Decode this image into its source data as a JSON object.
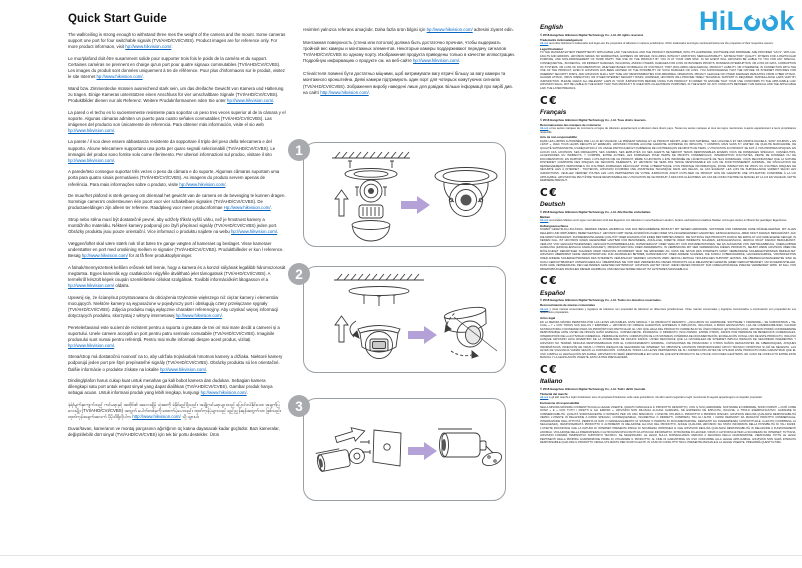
{
  "page": {
    "accent_blue": "#2BA3DC",
    "link_blue": "#0563C1",
    "arrow_purple": "#B4A1D7",
    "badge_gray": "#A8AAAD"
  },
  "logo": {
    "name": "HiLook",
    "part1": "HiL",
    "part2": "k"
  },
  "left_column": {
    "title": "Quick Start Guide",
    "paragraphs": [
      {
        "lang": "en",
        "pre": "The wall/ceiling is strong enough to withstand three mes the weight of the camera and the mount. Some cameras support one port for four switchable signals (TVI/AHD/CVI/CVBS). Product images are for reference only. For more product informaon, visit ",
        "link": "hp://www.hikvision.com/",
        "post": "."
      },
      {
        "lang": "fr",
        "pre": "Le mur/plafond doit être susamment solide pour supporter trois fois le poids de la caméra et du support. Certaines caméras ne prennent en charge qu'un port pour quatre signaux commutables (TVI/AHD/CVI/CVBS). Les images du produit sont données uniquement à tre de référence. Pour plus d'informaons sur le produit, visitez le site Internet ",
        "link": "hp://www.hikvision.com/",
        "post": "."
      },
      {
        "lang": "de",
        "pre": "Wand bzw. Zimmerdecke müssen ausreichend stark sein, um das dreifache Gewicht von Kamera und Halterung zu tragen. Einige Kameras unterstützen einen Anschluss für vier umschaltbare Signale (TVI/AHD/CVI/CVBS). Produktbilder dienen nur als Referenz. Weitere Produknformaonen nden Sie unter ",
        "link": "hp://www.hikvision.com/",
        "post": "."
      },
      {
        "lang": "es",
        "pre": "La pared o el techo es lo sucientemente resistente para soportar un peso tres veces superior al de la cámara y el soporte. Algunas cámaras admiten un puerto para cuatro señales conmutables (TVI/AHD/CVI/CVBS). Las imágenes del producto son únicamente de referencia. Para obtener más información, visite el sio web ",
        "link": "hp://www.hikvision.com/",
        "post": "."
      },
      {
        "lang": "it",
        "pre": "La parete / il soo deve essere abbastanza resistente da sopportare il triplo del peso della telecamera e del supporto. Alcune telecamere supportano una porta per quaro segnali selezionabili (TVI/AHD/CVI/CVBS). Le immagini del prodoo sono fornite solo come riferimento. Per ulteriori informazioni sul prodoo, visitare il sito ",
        "link": "hp://www.hikvision.com/",
        "post": "."
      },
      {
        "lang": "pt",
        "pre": "A parede/teto consegue suportar três vezes o peso da câmara e do suporte. Algumas câmaras suportam uma porta para quatro sinais permutáveis (TVI/AHD/CVI/CVBS). As imagens do produto servem apenas de referência. Para mais informações sobre o produto, visite ",
        "link": "hp://www.hikvision.com/",
        "post": "."
      },
      {
        "lang": "nl",
        "pre": "De muur/het plafond is sterk genoeg om driemaal het gewicht van de camera en de bevesging te kunnen dragen. Sommige camera's ondersteunen één poort voor vier schakelbare signalen (TVI/AHD/CVI/CVBS). De productaeeldingen zijn alleen ter referene. Raadpleeg voor meer producnformae ",
        "link": "Hp://www.hikvision.com/",
        "post": "."
      },
      {
        "lang": "cs",
        "pre": "Strop nebo stěna musí být dostatečně pevné, aby udržely třikrát vyšší váhu, než je hmotnost kamery a montážního materiálu. Některé kamery podporují pro čtyři přepínací signály (TVI/AHD/CVI/CVBS) jeden port. Obrázky produktu jsou pouze orientační. Více informací o produktu najdete na webu ",
        "link": "hp://www.hikvision.com/",
        "post": "."
      },
      {
        "lang": "da",
        "pre": "Væggen/loftet skal være stærk nok til at bære tre gange vægten af kameraet og beslaget. Visse kameraer understøtter en port med omskining mellem re signaler (TVI/AHD/CVI/CVBS). Produktbilleder er kun l reference. Besøg ",
        "link": "hp://www.hikvision.com/",
        "post": " for at få flere produktoplysninger."
      },
      {
        "lang": "hu",
        "pre": "A falnak/mennyezetnek kellően erősnek kell lennie, hogy a kamera és a konzol súlyának legalább háromszorosát megtartsa. Egyes kamerák egy csatlakozón négyféle átváltható jelet támogatnak (TVI/AHD/CVI/CVBS). A termékről készült képek csupán szemléltetési célokat szolgálnak. További információkért látogasson el a ",
        "link": "hp://www.hikvision.com/",
        "post": " oldalra."
      },
      {
        "lang": "pl",
        "pre": "Upewnij się, że ścianę/sut przystosowano do obciążenia trzykrotnie większego niż ciężar kamery i elementów mocujących. Niektóre kamery są wyposażone w pojedynczy port i obsługują cztery przełączane sygnały (TVI/AHD/CVI/CVBS). Zdjęcia produktu mają wyłącznie charakter referencyjny. Aby uzyskać więcej informacji dotyczących produktu, skorzystaj z witryny internetowej ",
        "link": "hp://www.hikvision.com/",
        "post": "."
      },
      {
        "lang": "ro",
        "pre": "Peretele/tavanul este sucient de rezistent pentru a suporta o greutate de trei ori mai mare decât a camerei și a suportului. Unele camere acceptă un port pentru patru semnale comutabile (TVI/AHD/CVI/CVBS). Imaginile produsului sunt numai pentru referință. Pentru mai multe informații despre acest produs, vizitați ",
        "link": "hp://www.hikvision.com/",
        "post": "."
      },
      {
        "lang": "sk",
        "pre": "Stena/strop má dostatočnú nosnosť na to, aby udržala trojnásobok hmotnos kamery a držiaka. Niektoré kamery podporujú jeden port pre štyri prepínateľné signály (TVI/AHD/CVI/CVBS). Obrázky produktu sú len orientačné. Ďalšie informácie o produkte získate na lokalite ",
        "link": "hp://www.hikvision.com/",
        "post": "."
      },
      {
        "lang": "id",
        "pre": "Dinding/plafon harus cukup kuat untuk menahan ga kali bobot kamera dan dudukan. Sebagian kamera dilengkapi satu port untuk empat sinyal yang dapat dialihkan (TVI/AHD/CVI/CVBS). Gambar produk hanya sebagai acuan. Untuk informasi produk yang lebih lengkap, kunjungi ",
        "link": "hp://www.hikvision.com/",
        "post": "."
      },
      {
        "lang": "my",
        "pre": "နံရံ/မျက်နှာကျက်သည် ကင်မရာနှင့် အထိုင်၏ အလေးချိန် သုံးဆကို ခံနိုင်ရည်ရှိသည်။ အချို့ကင်မရာများသည် ပြောင်းလဲနိုင်သော အချက်ပြလေးမျိုး (TVI/AHD/CVI/CVBS) အတွက် ပေါက်တစ်ခုကို ထောက်ပံ့ပေးသည်။ ထုတ်ကုန်ပုံများသည် ရည်ညွှန်းရန်အတွက်သာ ဖြစ်သည်။ ထုတ်ကုန်အချက်အလက် ပိုမိုသိရှိလိုပါက ",
        "link": "http://www.hikvision.com/",
        "post": " သို့ သွားပါ။"
      },
      {
        "lang": "tr",
        "pre": "Duvar/tavan, kameranın ve montaj parçasının ağırlığının üç katına dayanacak kadar güçlüdür. Bazı kameralar, değiştirilebilir dört sinyal (TVI/AHD/CVI/CVBS) için tek bir portu destekler. Ürün",
        "link": "",
        "post": ""
      }
    ]
  },
  "middle_column": {
    "paragraphs": [
      {
        "lang": "tr",
        "pre": "resimleri yalnızca referans amaçlıdır. Daha fazla ürün bilgisi için ",
        "link": "hp://www.hikvision.com/",
        "post": " adresini ziyaret edin."
      },
      {
        "lang": "ru",
        "pre": "Монтажная поверхность (стена или потолок) должна быть достаточно прочная, чтобы выдержать тройной вес камеры и монтажных элементов. Некоторые камеры поддерживают передачу сигналов TVI/AHD/CVI/CVBS по одному порту. Изображения продукта приведены только в качестве иллюстрации. Подробную информацию о продукте см. на веб-сайте ",
        "link": "hp://www.hikvision.com/",
        "post": "."
      },
      {
        "lang": "uk",
        "pre": "Стіна/стеля повинні бути достатньо міцними, щоб витримувати вагу втричі більшу за вагу камери та монтажного кронштейна. Деякі камери підтримують один порт для чотирьох комутуючих сигналів (TVI/AHD/CVI/CVBS). Зображення виробу наведені лише для довідки. Більше інформації про виріб див. на сайті ",
        "link": "http://www.hikvision.com/",
        "post": "."
      }
    ]
  },
  "diagrams": {
    "panels": [
      {
        "number": "1",
        "name": "dome-camera-installation"
      },
      {
        "number": "2",
        "name": "turret-camera-installation"
      },
      {
        "number": "3",
        "name": "bullet-camera-installation"
      }
    ]
  },
  "legal": {
    "sections": [
      {
        "ce": "",
        "language": "English",
        "copyright": "© 2018 Hangzhou Hikvision Digital Technology Co., Ltd. All rights reserved.",
        "trademark_heading": "Trademarks Acknowledgement",
        "brand": "HiLook",
        "trademark_text": " and other Hikvision's trademarks and logos are the properties of Hikvision in various jurisdictions. Other trademarks and logos mentioned below are the properties of their respective owners.",
        "disclaimer_heading": "Legal Disclaimer",
        "disclaimer": "TO THE MAXIMUM EXTENT PERMITTED BY APPLICABLE LAW, THE MANUAL AND THE PRODUCT DESCRIBED, WITH ITS HARDWARE, SOFTWARE AND FIRMWARE, ARE PROVIDED \"AS IS\", WITH ALL FAULTS AND ERRORS. HIKVISION MAKES NO WARRANTIES, EXPRESS OR IMPLIED, INCLUDING WITHOUT LIMITATION, MERCHANTABILITY, SATISFACTORY QUALITY, FITNESS FOR A PARTICULAR PURPOSE, AND NON-INFRINGEMENT OF THIRD PARTY. THE USE OF THE PRODUCT BY YOU IS AT YOUR OWN RISK. IN NO EVENT WILL HIKVISION BE LIABLE TO YOU FOR ANY SPECIAL, CONSEQUENTIAL, INCIDENTAL, OR INDIRECT DAMAGES, INCLUDING, AMONG OTHERS, DAMAGES FOR LOSS OF BUSINESS PROFITS, BUSINESS INTERRUPTION, OR LOSS OF DATA, CORRUPTION OF SYSTEMS, OR LOSS OF DOCUMENTATION, WHETHER BASED ON BREACH OF CONTRACT, TORT (INCLUDING NEGLIGENCE), PRODUCT LIABILITY, OR OTHERWISE, IN CONNECTION WITH THE USE OF THE PRODUCT, EVEN IF HIKVISION HAS BEEN ADVISED OF THE POSSIBILITY OF SUCH DAMAGES OR LOSS. YOU ACKNOWLEDGE THAT THE NATURE OF INTERNET PROVIDES FOR INHERENT SECURITY RISKS, AND HIKVISION SHALL NOT TAKE ANY RESPONSIBILITIES FOR ABNORMAL OPERATION, PRIVACY LEAKAGE OR OTHER DAMAGES RESULTING FROM CYBER ATTACK, HACKER ATTACK, VIRUS INSPECTION, OR OTHER INTERNET SECURITY RISKS; HOWEVER, HIKVISION WILL PROVIDE TIMELY TECHNICAL SUPPORT IF REQUIRED. SURVEILLANCE LAWS VARY BY JURISDICTION. PLEASE CHECK ALL RELEVANT LAWS IN YOUR JURISDICTION BEFORE USING THIS PRODUCT IN ORDER TO ENSURE THAT YOUR USE CONFORMS TO THE APPLICABLE LAW. HIKVISION SHALL NOT BE LIABLE IN THE EVENT THAT THIS PRODUCT IS USED WITH ILLEGITIMATE PURPOSES. IN THE EVENT OF ANY CONFLICTS BETWEEN THIS MANUAL AND THE APPLICABLE LAW, THE LATER PREVAILS."
      },
      {
        "ce": "C€",
        "language": "Français",
        "copyright": "© 2018 Hangzhou Hikvision Digital Technology Co., Ltd. Tous droits réservés.",
        "trademark_heading": "Reconnaissance des marques de commerce",
        "brand": "HiLook",
        "trademark_text": " et les autres marques de commerce et logos de Hikvision appartiennent à Hikvision dans divers pays. Toutes les autres marques et tous les logos mentionnés ci-après appartiennent à leurs propriétaires respectifs.",
        "disclaimer_heading": "Avis de non-responsabilité",
        "disclaimer": "DANS LES LIMITES AUTORISÉES PAR LA LOI EN VIGUEUR, LE PRÉSENT MANUEL ET LE PRODUIT DÉCRIT, AVEC SON MATÉRIEL, SES LOGICIELS ET SES MICROLOGICIELS, SONT FOURNIS « EN L'ÉTAT », AVEC TOUS LEURS DÉFAUTS ET ERREURS. HIKVISION N'OFFRE AUCUNE GARANTIE, EXPRESSE OU IMPLICITE, Y COMPRIS, MAIS SANS S'Y LIMITER, DE QUALITÉ MARCHANDE, DE QUALITÉ SATISFAISANTE, D'ADÉQUATION À UN USAGE PARTICULIER ET D'ABSENCE DE CONTREFAÇON DE DROITS DE TIERS. L'UTILISATION DU PRODUIT SE FAIT À VOS PROPRES RISQUES. EN AUCUN CAS, HIKVISION, SES DIRIGEANTS, SES CADRES, SES EMPLOYÉS OU SES AGENTS NE SERONT TENUS RESPONSABLES ENVERS VOUS DE DOMMAGES SPÉCIAUX, CONSÉCUTIFS, ACCESSOIRES OU INDIRECTS, Y COMPRIS, ENTRE AUTRES, LES DOMMAGES POUR PERTE DE PROFITS COMMERCIAUX, INTERRUPTION D'ACTIVITÉS, PERTE DE DONNÉES OU DE DOCUMENTATION, EN RAPPORT AVEC L'UTILISATION DE CE PRODUIT, MÊME SI HIKVISION A ÉTÉ INFORMÉE DE L'ÉVENTUALITÉ DE TELS DOMMAGES. VOUS RECONNAISSEZ QUE LA NATURE D'INTERNET COMPORTE DES RISQUES DE SÉCURITÉ INHÉRENTS, ET HIKVISION NE SERA PAS TENUE RESPONSABLE EN CAS DE FONCTIONNEMENT ANORMAL, DE DIVULGATION DE RENSEIGNEMENTS PERSONNELS OU D'AUTRES DOMMAGES DÉCOULANT D'UNE CYBERATTAQUE, D'UN PIRATAGE INFORMATIQUE, D'UNE INSPECTION DE VIRUS OU D'AUTRES RISQUES DE SÉCURITÉ LIÉS À INTERNET ; TOUTEFOIS, HIKVISION FOURNIRA UNE ASSISTANCE TECHNIQUE DANS LES DÉLAIS, LE CAS ÉCHÉANT. LES LOIS DE SURVEILLANCE VARIENT SELON LES JURIDICTIONS. VEUILLEZ VÉRIFIER TOUTES LES LOIS PERTINENTES DE VOTRE JURIDICTION AVANT D'UTILISER CE PRODUIT AFIN DE GARANTIR UNE UTILISATION CONFORME À LA LOI APPLICABLE. HIKVISION NE PEUT ÊTRE TENUE RESPONSABLE DE L'UTILISATION DE CE PRODUIT À DES FINS ILLÉGITIMES. EN CAS DE CONFLIT ENTRE CE MANUEL ET LA LOI EN VIGUEUR, CETTE DERNIÈRE PRÉVAUT."
      },
      {
        "ce": "C€",
        "language": "Deutsch",
        "copyright": "© 2018 Hangzhou Hikvision Digital Technology Co., Ltd. Alle Rechte vorbehalten.",
        "trademark_heading": "Marken",
        "brand": "HiLook",
        "trademark_text": " und andere Marken und Logos von Hikvision sind das Eigentum von Hikvision in verschiedenen Ländern. Andere nachstehend erwähnte Marken und Logos stehen im Besitz der jeweiligen Eigentümer.",
        "disclaimer_heading": "Haftungsausschluss",
        "disclaimer": "SOWEIT GESETZLICH ZULÄSSIG, WERDEN DIESES HANDBUCH UND DAS BESCHRIEBENE PRODUKT MIT SEINER HARDWARE, SOFTWARE UND FIRMWARE OHNE MÄNGELGEWÄHR, MIT ALLEN FEHLERN UND IRRTÜMERN, BEREITGESTELLT. HIKVISION GIBT KEINE AUSDRÜCKLICHEN ODER STILLSCHWEIGENDEN GARANTIEN, EINSCHLIESSLICH, ABER NICHT DARAUF BESCHRÄNKT, AUF DIE MARKTGÄNGIGKEIT, ZUFRIEDENSTELLENDE QUALITÄT ODER EIGNUNG FÜR EINEN BESTIMMTEN ZWECK. DIE NUTZUNG DES PRODUKTS DURCH SIE ERFOLGT AUF IHRE EIGENE GEFAHR. IN KEINEM FALL IST HIKVISION IHNEN GEGENÜBER HAFTBAR FÜR BESONDERE, ZUFÄLLIGE, DIREKTE ODER INDIREKTE SCHÄDEN, EINSCHLIESSLICH, JEDOCH NICHT DARAUF BESCHRÄNKT, VERLUST VON GESCHÄFTSGEWINNEN, GESCHÄFTSUNTERBRECHUNG, DATENVERLUST ODER VERLUST VON DOKUMENTATIONEN, SEI ES AUFGRUND VON VERTRAGSBRUCH, UNERLAUBTER HANDLUNG (EINSCHLIESSLICH FAHRLÄSSIGKEIT), PRODUKTHAFTUNG ODER ANDERWEITIG, IN VERBINDUNG MIT DER VERWENDUNG DIESES PRODUKTS, SELBST WENN HIKVISION ÜBER DIE MÖGLICHKEIT DERARTIGER SCHÄDEN ODER VERLUSTE INFORMIERT WAR. SIE ERKENNEN AN, DASS DIE NATUR DES INTERNETS DAMIT VERBUNDENE SICHERHEITSRISIKEN BEINHALTET. HIKVISION ÜBERNIMMT KEINE VERANTWORTUNG FÜR ANORMALEN BETRIEB, DATENVERLUST ODER ANDERE SCHÄDEN, DIE DURCH CYBERANGRIFFE, HACKERANGRIFFE, VIRUSINFEKTION ODER ANDERE SICHERHEITSRISIKEN DES INTERNETS VERURSACHT WERDEN; HIKVISION WIRD JEDOCH ZEITNAH TECHNISCHEN SUPPORT LEISTEN. DIE ÜBERWACHUNGSGESETZE SIND JE NACH GERICHTSBARKEIT UNTERSCHIEDLICH. ÜBERPRÜFEN SIE VOR DER VERWENDUNG DIESES PRODUKTS ALLE RELEVANTEN GESETZE IHRER GERICHTSBARKEIT, UM SICHERZUSTELLEN, DASS IHRE VERWENDUNG DEN GELTENDEN GESETZEN ENTSPRICHT. HIKVISION HAFTET NICHT, WENN DIESES PRODUKT FÜR UNRECHTMÄSSIGE ZWECKE VERWENDET WIRD. IM FALL VON WIDERSPRÜCHEN ZWISCHEN DIESEM HANDBUCH UND DEM GELTENDEN RECHT IST LETZTERES MASSGEBLICH."
      },
      {
        "ce": "C€",
        "language": "Español",
        "copyright": "© 2018 Hangzhou Hikvision Digital Technology Co., Ltd. Todos los derechos reservados.",
        "trademark_heading": "Reconocimiento de marcas comerciales",
        "brand": "HiLook",
        "trademark_text": " y otras marcas comerciales y logotipos de Hikvision son propiedad de Hikvision en diferentes jurisdicciones. Otras marcas comerciales y logotipos mencionados a continuación son propiedad de sus respectivos propietarios.",
        "disclaimer_heading": "Aviso legal",
        "disclaimer": "EN LA MEDIDA MÁXIMA PERMITIDA POR LAS LEYES APLICABLES, ESTE MANUAL Y EL PRODUCTO DESCRITO —INCLUIDOS SU HARDWARE, SOFTWARE Y FIRMWARE— SE SUMINISTRAN « TAL CUAL » Y « CON TODOS SUS FALLOS Y ERRORES ». HIKVISION NO OFRECE GARANTÍAS, EXPRESAS O IMPLÍCITAS, INCLUIDAS, A MODO ENUNCIATIVO, LAS DE COMERCIABILIDAD, CALIDAD SATISFACTORIA O IDONEIDAD PARA UN PROPÓSITO EN PARTICULAR. EL USO QUE HAGA DEL PRODUCTO CORRE BAJO SU ÚNICO RIESGO. EN NINGÚN CASO, HIKVISION PODRÁ CONSIDERARSE RESPONSABLE ANTE USTED DE NINGÚN DAÑO ESPECIAL, CONSECUENTE, INCIDENTAL O INDIRECTO, INCLUYENDO, ENTRE OTROS, DAÑOS POR PÉRDIDAS DE BENEFICIOS COMERCIALES, INTERRUPCIÓN DE LA ACTIVIDAD COMERCIAL, PÉRDIDA DE DATOS, CORRUPCIÓN DE LOS SISTEMAS O PÉRDIDA DE DOCUMENTACIÓN, EN RELACIÓN CON EL USO DE ESTE PRODUCTO, INCLUSO AUNQUE HIKVISION HAYA ADVERTIDO DE LA POSIBILIDAD DE DICHOS DAÑOS. USTED RECONOCE QUE LA NATURALEZA DE INTERNET IMPLICA RIESGOS DE SEGURIDAD INHERENTES Y HIKVISION NO TENDRÁ NINGUNA RESPONSABILIDAD POR EL FUNCIONAMIENTO ANORMAL, FILTRACIONES DE PRIVACIDAD U OTROS DAÑOS RESULTANTES DE CIBERATAQUES, ATAQUES INFORMÁTICOS, INFECCIÓN DE VIRUS U OTROS RIESGOS DE SEGURIDAD DE INTERNET; NO OBSTANTE, HIKVISION PROPORCIONARÁ APOYO TÉCNICO OPORTUNO SI ASÍ SE NECESITA. LAS LEYES DE VIGILANCIA VARÍAN SEGÚN LA JURISDICCIÓN. CONSULTE TODAS LAS LEYES PERTINENTES DE SU JURISDICCIÓN ANTES DE UTILIZAR ESTE PRODUCTO PARA GARANTIZAR QUE EL USO CUMPLA LA LEGISLACIÓN APLICABLE. HIKVISION NO SERÁ RESPONSABLE EN CASO DE QUE ESTE PRODUCTO SE UTILICE CON FINES ILEGÍTIMOS. EN CASO DE CONFLICTO ENTRE ESTE MANUAL Y LA LEGISLACIÓN VIGENTE, ESTA ÚLTIMA PREVALECERÁ."
      },
      {
        "ce": "C€",
        "language": "Italiano",
        "copyright": "© 2018 Hangzhou Hikvision Digital Technology Co., Ltd. Tutti i diritti riservati.",
        "trademark_heading": "Titolarità dei marchi",
        "brand": "HiLook",
        "trademark_text": " e gli altri marchi e loghi di Hikvision sono di proprietà di Hikvision nelle varie giurisdizioni. Gli altri marchi registrati e loghi menzionati di seguito appartengono ai rispettivi proprietari.",
        "disclaimer_heading": "Esclusione di responsabilità",
        "disclaimer": "NELLA MISURA MASSIMA CONSENTITA DALLA LEGGE VIGENTE, QUESTO MANUALE E IL PRODOTTO DESCRITTO, CON IL SUO HARDWARE, SOFTWARE E FIRMWARE, SONO FORNITI « COSÌ COME SONO » E « CON TUTTI I DIFETTI E GLI ERRORI ». HIKVISION NON RILASCIA ALCUNA GARANZIA, NÉ ESPRESSA NÉ IMPLICITA, INCLUSE, A TITOLO ESEMPLIFICATIVO, GARANZIE DI COMMERCIABILITÀ, QUALITÀ SODDISFACENTE O IDONEITÀ PER UN USO SPECIFICO. L'UTENTE UTILIZZA IL PRODOTTO A PROPRIO RISCHIO. HIKVISION DECLINA QUALSIASI RESPONSABILITÀ VERSO L'UTENTE IN RELAZIONE A DANNI SPECIALI, CONSEQUENZIALI, INCIDENTALI O INDIRETTI, COMPRESI, TRA GLI ALTRI, I DANNI DERIVANTI DA MANCATO PROFITTO COMMERCIALE, INTERRUZIONE DELL'ATTIVITÀ, PERDITA DI DATI O DANNEGGIAMENTO DI SISTEMI O PERDITA DI DOCUMENTAZIONE, DERIVANTI DA INADEMPIENZA CONTRATTUALE, ILLECITO (COMPRESA LA NEGLIGENZA), RESPONSABILITÀ PRODOTTO O ALTRIMENTI IN RELAZIONE ALL'USO DEL PRODOTTO, ANCHE QUALORA HIKVISION SIA STATA INFORMATA DELLA POSSIBILITÀ DI TALI DANNI. L'UTENTE RICONOSCE CHE LA NATURA DI INTERNET PRESENTA RISCHI DI SICUREZZA INTRINSECI E CHE HIKVISION DECLINA QUALSIASI RESPONSABILITÀ IN RELAZIONE A FUNZIONAMENTI ANOMALI, VIOLAZIONE DELLA RISERVATEZZA O ALTRI DANNI RISULTANTI DA ATTACCHI INFORMATICI, INTRUSIONE DI HACKER, VIRUS O ALTRI RISCHI PER LA SICUREZZA SU INTERNET; TUTTAVIA, HIKVISION FORNIRÀ TEMPESTIVO SUPPORTO TECNICO, SE NECESSARIO. LE LEGGI SULLA SORVEGLIANZA VARIANO A SECONDA DELLA GIURISDIZIONE. VERIFICARE TUTTE LE LEGGI PERTINENTI DELLA PROPRIA GIURISDIZIONE PRIMA DI UTILIZZARE IL PRODOTTO, AL FINE DI GARANTIRNE UN USO CONFORME ALLA LEGGE APPLICABILE. HIKVISION NON SARÀ RITENUTA RESPONSABILE QUALORA IL PRODOTTO VENGA UTILIZZATO PER SCOPI ILLECITI. IN CASO DI CONFLITTO TRA IL PRESENTE MANUALE E LA LEGGE VIGENTE, PREVARRÀ QUEST'ULTIMA."
      }
    ]
  }
}
